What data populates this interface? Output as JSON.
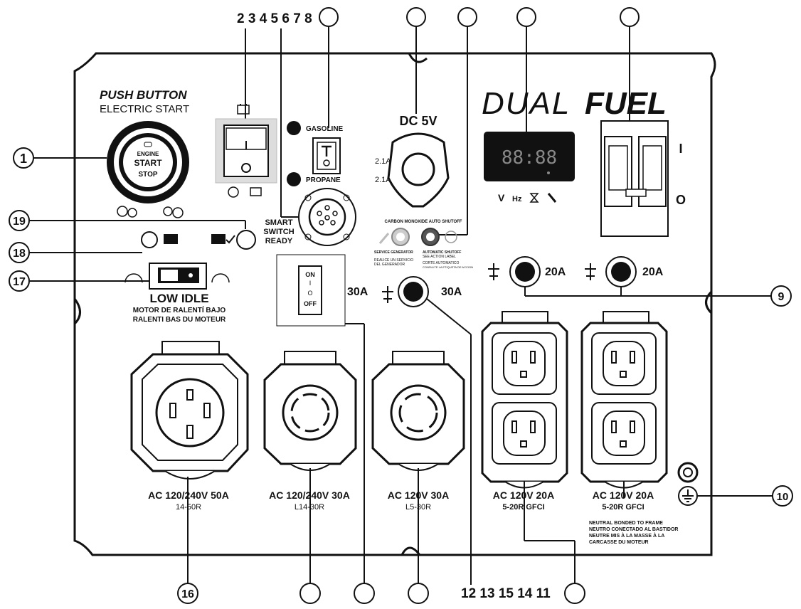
{
  "top_numbers": "2 3 4 5 6 7 8",
  "bottom_numbers": "12 13 15 14 11",
  "callouts": {
    "c1": "1",
    "c9": "9",
    "c10": "10",
    "c16": "16",
    "c17": "17",
    "c18": "18",
    "c19": "19"
  },
  "start": {
    "title": "PUSH BUTTON",
    "subtitle": "ELECTRIC START",
    "engine": "ENGINE",
    "start": "START",
    "stop": "STOP"
  },
  "fuel": {
    "gasoline": "GASOLINE",
    "propane": "PROPANE"
  },
  "smart_switch": {
    "line1": "SMART",
    "line2": "SWITCH",
    "line3": "READY"
  },
  "dc": {
    "label": "DC 5V",
    "a1": "2.1A",
    "a2": "2.1A"
  },
  "co": {
    "header": "CARBON MONOXIDE AUTO SHUTOFF",
    "left1": "SERVICE GENERATOR",
    "left2": "REALICE UN SERVICIO",
    "left3": "DEL GENERADOR",
    "right1": "AUTOMATIC SHUTOFF",
    "right2": "SEE ACTION LABEL",
    "right3": "CORTE AUTOMATICO",
    "right4": "CONSULTE LA ETIQUETA DE ACCION"
  },
  "brand": {
    "dual": "DUAL",
    "fuel": "FUEL"
  },
  "meter": {
    "digits": "88:88",
    "v": "V",
    "hz": "Hz"
  },
  "breaker": {
    "on": "I",
    "off": "O"
  },
  "low_idle": {
    "title": "LOW IDLE",
    "es": "MOTOR DE RALENTÍ BAJO",
    "fr": "RALENTI BAS DU MOTEUR"
  },
  "switch": {
    "on": "ON",
    "i": "I",
    "o": "O",
    "off": "OFF"
  },
  "breakers": {
    "b30_left": "30A",
    "b30_right": "30A",
    "b20_1": "20A",
    "b20_2": "20A"
  },
  "outlets": [
    {
      "label": "AC 120/240V 50A",
      "code": "14-50R"
    },
    {
      "label": "AC 120/240V 30A",
      "code": "L14-30R"
    },
    {
      "label": "AC 120V 30A",
      "code": "L5-30R"
    },
    {
      "label": "AC 120V 20A",
      "code": "5-20R GFCI"
    },
    {
      "label": "AC 120V 20A",
      "code": "5-20R GFCI"
    }
  ],
  "neutral": {
    "l1": "NEUTRAL BONDED TO FRAME",
    "l2": "NEUTRO CONECTADO AL BASTIDOR",
    "l3": "NEUTRE MIS À LA MASSE À LA",
    "l4": "CARCASSE DU MOTEUR"
  }
}
